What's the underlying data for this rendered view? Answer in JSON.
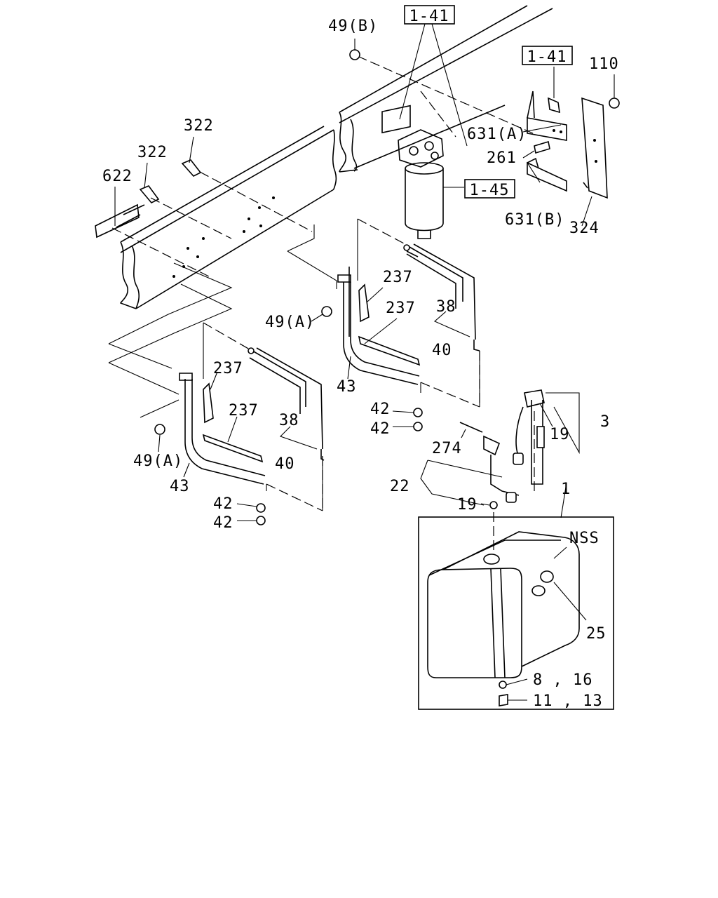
{
  "diagram": {
    "colors": {
      "line": "#000000",
      "background": "#ffffff"
    },
    "boxed_refs": {
      "ref_top": "1-41",
      "ref_bracket": "1-41",
      "ref_filter": "1-45"
    },
    "labels": {
      "p49b": "49(B)",
      "p110": "110",
      "p631a": "631(A)",
      "p261": "261",
      "p631b": "631(B)",
      "p324": "324",
      "p322a": "322",
      "p322b": "322",
      "p622": "622",
      "p237a": "237",
      "p237b": "237",
      "p38a": "38",
      "p40a": "40",
      "p43a": "43",
      "p49a1": "49(A)",
      "p42a": "42",
      "p42b": "42",
      "p237c": "237",
      "p237d": "237",
      "p38b": "38",
      "p40b": "40",
      "p43b": "43",
      "p49a2": "49(A)",
      "p42c": "42",
      "p42d": "42",
      "p3": "3",
      "p19a": "19",
      "p274": "274",
      "p22": "22",
      "p19b": "19",
      "p1": "1",
      "nss": "NSS",
      "p25": "25",
      "p816": "8 , 16",
      "p1113": "11 , 13"
    }
  }
}
